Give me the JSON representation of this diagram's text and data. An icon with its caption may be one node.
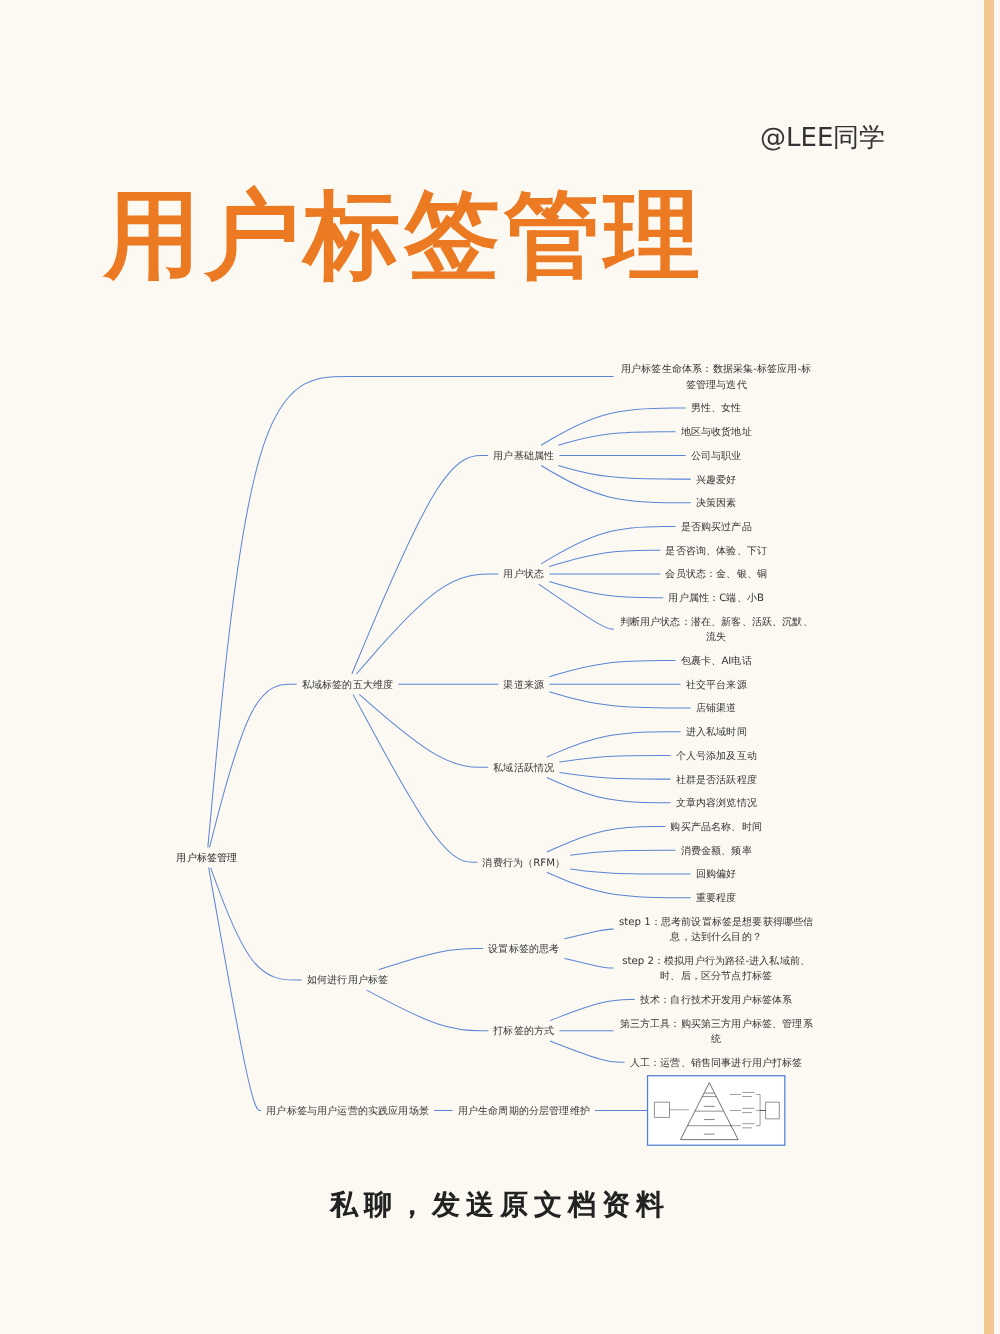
{
  "diagram": {
    "title": "用户标签管理",
    "caption": "私聊，发送原文档资料",
    "nodes": [
      {
        "text": [
          "用户标签管理"
        ]
      },
      {
        "text": [
          "用户标签生命体系：数据采集-标签应用-标签管理与迭代"
        ]
      },
      {
        "text": [
          "私域标签的五大维度"
        ]
      },
      {
        "text": [
          "用户基础属性"
        ]
      },
      {
        "text": [
          "男性、女性"
        ]
      },
      {
        "text": [
          "地区与收货地址"
        ]
      },
      {
        "text": [
          "公司与职业"
        ]
      },
      {
        "text": [
          "兴趣爱好"
        ]
      },
      {
        "text": [
          "决策因素"
        ]
      },
      {
        "text": [
          "用户状态"
        ]
      },
      {
        "text": [
          "是否购买过产品"
        ]
      },
      {
        "text": [
          "是否咨询、体验、下订"
        ]
      },
      {
        "text": [
          "会员状态：金、银、铜"
        ]
      },
      {
        "text": [
          "用户属性：C端、小B"
        ]
      },
      {
        "text": [
          "判断用户状态：潜在、新客、活跃、沉默、流失"
        ]
      },
      {
        "text": [
          "渠道来源"
        ]
      },
      {
        "text": [
          "包裹卡、AI电话"
        ]
      },
      {
        "text": [
          "社交平台来源"
        ]
      },
      {
        "text": [
          "店铺渠道"
        ]
      },
      {
        "text": [
          "私域活跃情况"
        ]
      },
      {
        "text": [
          "进入私域时间"
        ]
      },
      {
        "text": [
          "个人号添加及互动"
        ]
      },
      {
        "text": [
          "社群是否活跃程度"
        ]
      },
      {
        "text": [
          "文章内容浏览情况"
        ]
      },
      {
        "text": [
          "消费行为（RFM）"
        ]
      },
      {
        "text": [
          "购买产品名称、时间"
        ]
      },
      {
        "text": [
          "消费金额、频率"
        ]
      },
      {
        "text": [
          "回购偏好"
        ]
      },
      {
        "text": [
          "重要程度"
        ]
      },
      {
        "text": [
          "如何进行用户标签"
        ]
      },
      {
        "text": [
          "设置标签的思考"
        ]
      },
      {
        "text": [
          "step 1：思考前设置标签是想要获得哪些信息，达到什么目的？"
        ]
      },
      {
        "text": [
          "step 2：模拟用户行为路径-进入私域前、时、后，区分节点打标签"
        ]
      },
      {
        "text": [
          "打标签的方式"
        ]
      },
      {
        "text": [
          "技术：自行技术开发用户标签体系"
        ]
      },
      {
        "text": [
          "第三方工具：购买第三方用户标签、管理系统"
        ]
      },
      {
        "text": [
          "人工：运营、销售同事进行用户打标签"
        ]
      },
      {
        "text": [
          "用户标签与用户运营的实践应用场景"
        ]
      },
      {
        "text": [
          "用户生命周期的分层管理维护"
        ]
      },
      {
        "text": [],
        "shape": "picture"
      }
    ],
    "edges": [
      {
        "from": 0,
        "to": 1,
        "arrow": "none"
      },
      {
        "from": 0,
        "to": 2,
        "arrow": "none"
      },
      {
        "from": 2,
        "to": 3,
        "arrow": "none"
      },
      {
        "from": 3,
        "to": 4,
        "arrow": "none"
      },
      {
        "from": 3,
        "to": 5,
        "arrow": "none"
      },
      {
        "from": 3,
        "to": 6,
        "arrow": "none"
      },
      {
        "from": 3,
        "to": 7,
        "arrow": "none"
      },
      {
        "from": 3,
        "to": 8,
        "arrow": "none"
      },
      {
        "from": 2,
        "to": 9,
        "arrow": "none"
      },
      {
        "from": 9,
        "to": 10,
        "arrow": "none"
      },
      {
        "from": 9,
        "to": 11,
        "arrow": "none"
      },
      {
        "from": 9,
        "to": 12,
        "arrow": "none"
      },
      {
        "from": 9,
        "to": 13,
        "arrow": "none"
      },
      {
        "from": 9,
        "to": 14,
        "arrow": "none"
      },
      {
        "from": 2,
        "to": 15,
        "arrow": "none"
      },
      {
        "from": 15,
        "to": 16,
        "arrow": "none"
      },
      {
        "from": 15,
        "to": 17,
        "arrow": "none"
      },
      {
        "from": 15,
        "to": 18,
        "arrow": "none"
      },
      {
        "from": 2,
        "to": 19,
        "arrow": "none"
      },
      {
        "from": 19,
        "to": 20,
        "arrow": "none"
      },
      {
        "from": 19,
        "to": 21,
        "arrow": "none"
      },
      {
        "from": 19,
        "to": 22,
        "arrow": "none"
      },
      {
        "from": 19,
        "to": 23,
        "arrow": "none"
      },
      {
        "from": 2,
        "to": 24,
        "arrow": "none"
      },
      {
        "from": 24,
        "to": 25,
        "arrow": "none"
      },
      {
        "from": 24,
        "to": 26,
        "arrow": "none"
      },
      {
        "from": 24,
        "to": 27,
        "arrow": "none"
      },
      {
        "from": 24,
        "to": 28,
        "arrow": "none"
      },
      {
        "from": 0,
        "to": 29,
        "arrow": "none"
      },
      {
        "from": 29,
        "to": 30,
        "arrow": "none"
      },
      {
        "from": 30,
        "to": 31,
        "arrow": "none"
      },
      {
        "from": 30,
        "to": 32,
        "arrow": "none"
      },
      {
        "from": 29,
        "to": 33,
        "arrow": "none"
      },
      {
        "from": 33,
        "to": 34,
        "arrow": "none"
      },
      {
        "from": 33,
        "to": 35,
        "arrow": "none"
      },
      {
        "from": 33,
        "to": 36,
        "arrow": "none"
      },
      {
        "from": 0,
        "to": 37,
        "arrow": "none"
      },
      {
        "from": 37,
        "to": 38,
        "arrow": "none"
      },
      {
        "from": 38,
        "to": 39,
        "arrow": "none"
      }
    ],
    "labels": [
      "@LEE同学"
    ]
  }
}
